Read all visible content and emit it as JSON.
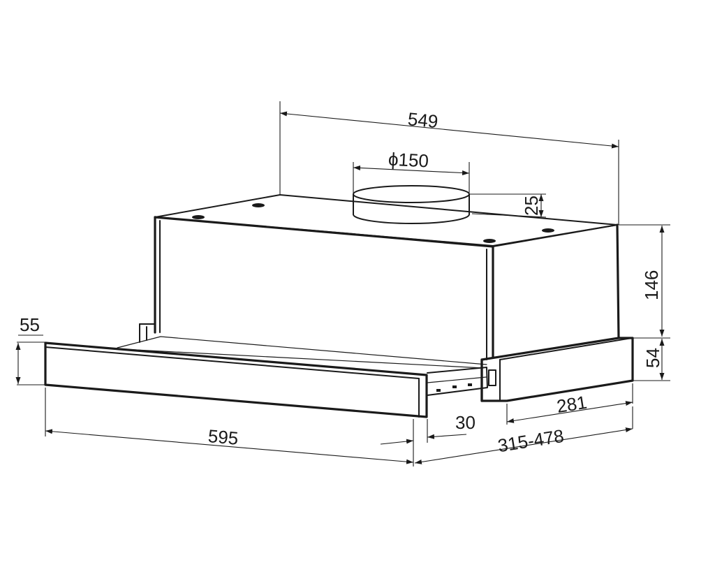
{
  "diagram": {
    "dimensions": {
      "top_width": "549",
      "duct_diameter": "ϕ150",
      "duct_height": "25",
      "body_height": "146",
      "front_height": "54",
      "panel_height": "55",
      "depth": "281",
      "overhang": "30",
      "pullout_depth": "315-478",
      "front_width": "595"
    },
    "colors": {
      "line": "#1a1a1a",
      "background": "#ffffff"
    }
  }
}
